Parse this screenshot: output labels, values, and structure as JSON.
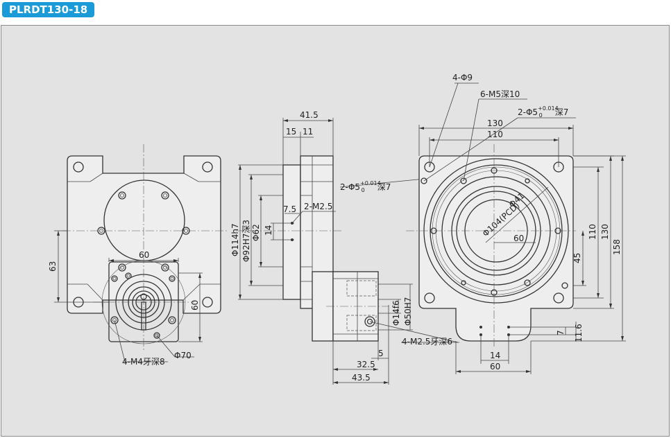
{
  "model": "PLRDT130-18",
  "dims": {
    "d63": "63",
    "d60_top": "60",
    "d60_right": "60",
    "m4": "4-M4牙深8",
    "phi70": "Φ70",
    "phi114": "Φ114h7",
    "phi92": "Φ92H7深3",
    "phi62": "Φ62",
    "d14": "14",
    "d7_5": "7.5",
    "m2_5_top": "2-M2.5",
    "pin_mid_pre": "2-Φ5",
    "tol_up": "+0.014",
    "tol_lo": "0",
    "deep7": "深7",
    "d41_5": "41.5",
    "d15": "15",
    "d11": "11",
    "phi14f6": "Φ14f6",
    "phi50h7": "Φ50H7",
    "m2_5_bottom": "4-M2.5牙深6",
    "d5": "5",
    "d32_5": "32.5",
    "d43_5": "43.5",
    "phi9": "4-Φ9",
    "m5": "6-M5深10",
    "pin_right_pre": "2-Φ5",
    "d130_top": "130",
    "d110_top": "110",
    "pcd": "Φ104(PCD)",
    "phi41": "Φ41",
    "d60_in": "60",
    "d110_side": "110",
    "d130_side": "130",
    "d158": "158",
    "d45": "45",
    "d7": "7",
    "d11_6": "11.6",
    "d14_b": "14",
    "d60_b": "60"
  }
}
